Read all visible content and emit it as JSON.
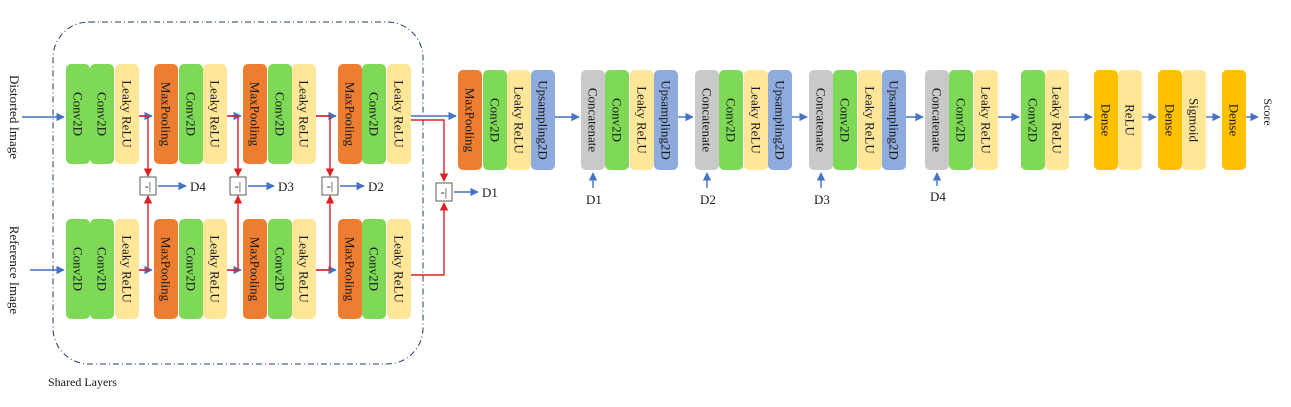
{
  "colors": {
    "conv": "#7ed957",
    "leaky": "#ffe699",
    "pool": "#ed7d31",
    "upsample": "#8faadc",
    "concat": "#c9c9c9",
    "dense": "#ffc000",
    "relu": "#ffe699",
    "sigmoid": "#ffe699",
    "blue_arrow": "#4472c4",
    "red_arrow": "#e02020",
    "shared_border": "#1f3864"
  },
  "labels": {
    "distorted": "Distorted Image",
    "reference": "Reference Image",
    "shared": "Shared Layers",
    "score": "Score",
    "diff": "-|",
    "d1": "D1",
    "d2": "D2",
    "d3": "D3",
    "d4": "D4"
  },
  "layers": {
    "conv": "Conv2D",
    "leaky": "Leaky ReLU",
    "pool": "MaxPooling",
    "up": "Upsampling2D",
    "concat": "Concatenate",
    "dense": "Dense",
    "relu": "ReLU",
    "sigmoid": "Sigmoid"
  }
}
